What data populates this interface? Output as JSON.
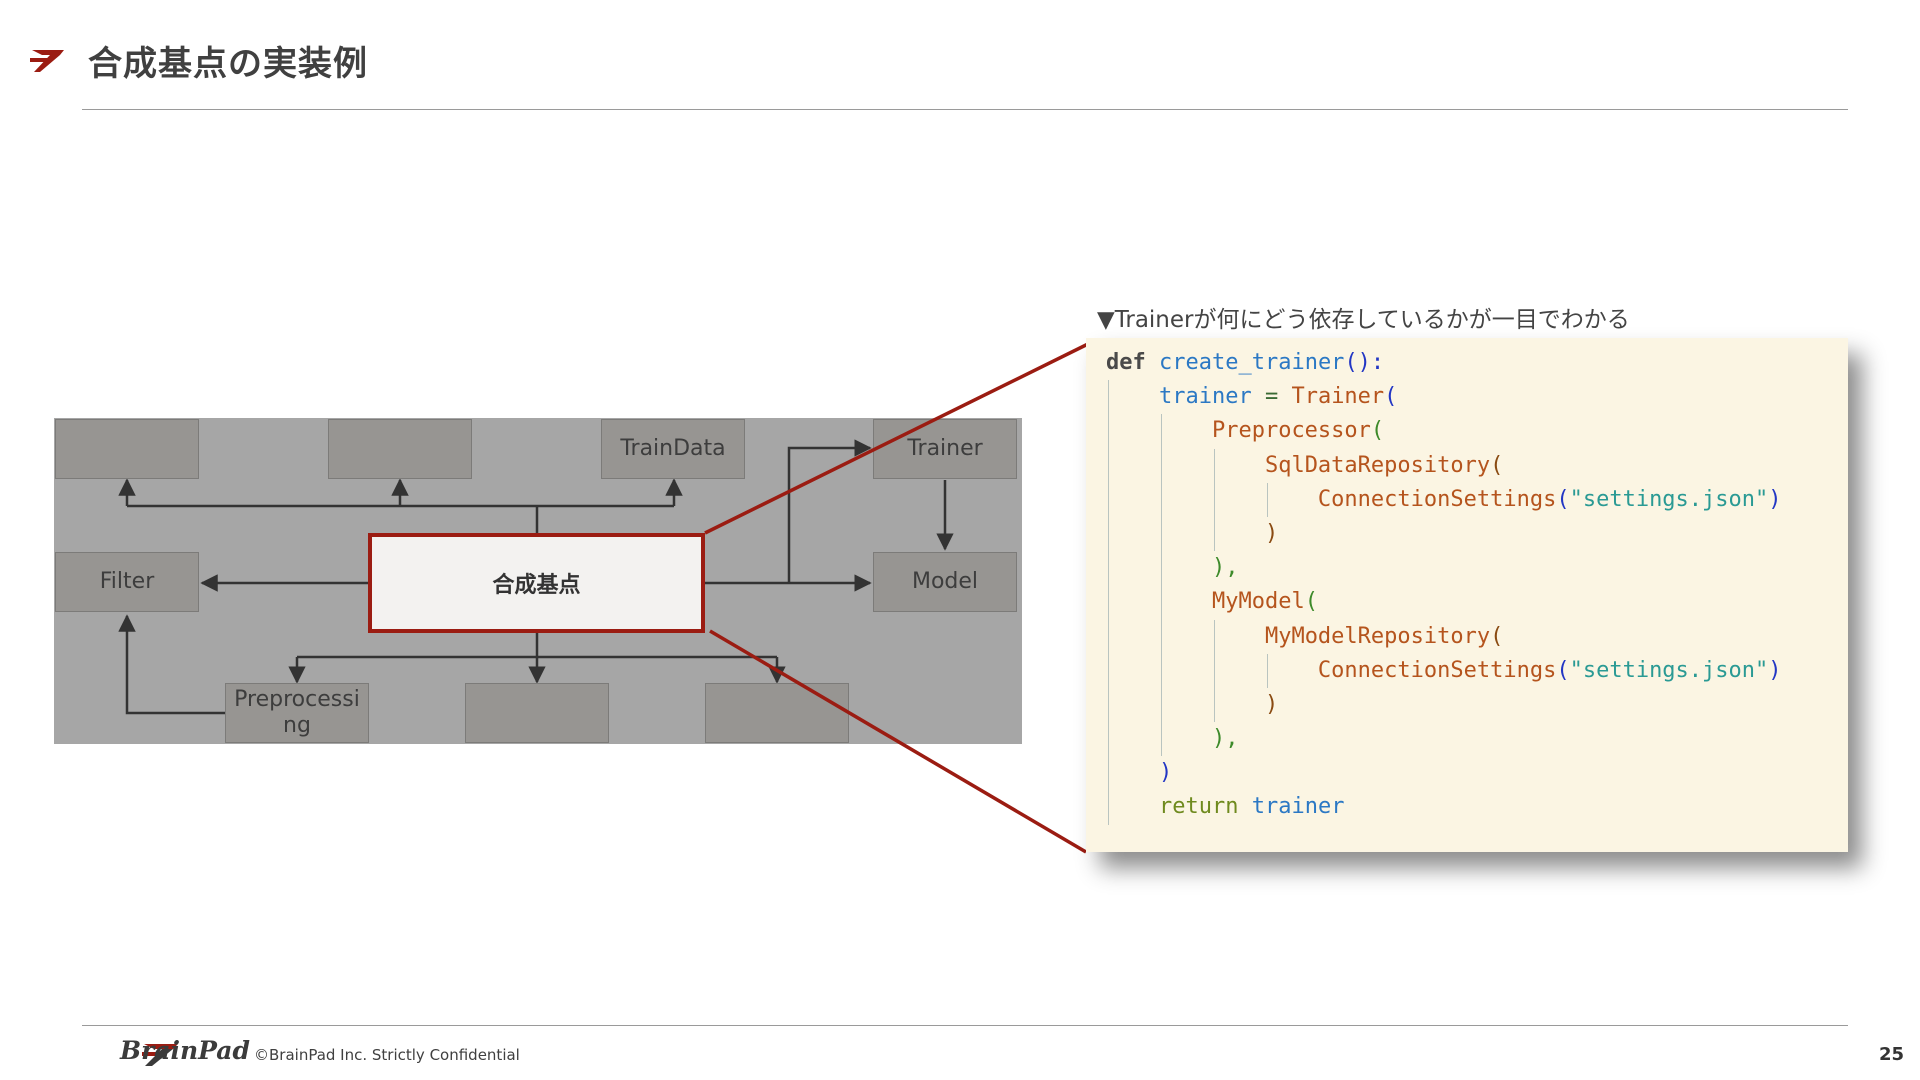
{
  "header": {
    "title": "合成基点の実装例"
  },
  "diagram": {
    "hub_label": "合成基点",
    "nodes": {
      "top_1": "",
      "top_2": "",
      "train_data": "TrainData",
      "trainer": "Trainer",
      "filter": "Filter",
      "model": "Model",
      "preprocessing": "Preprocessi ng",
      "bottom_2": "",
      "bottom_3": ""
    }
  },
  "caption": "▼Trainerが何にどう依存しているかが一目でわかる",
  "code": {
    "lines": [
      [
        {
          "t": "def",
          "c": "kw-def"
        },
        {
          "t": " ",
          "c": ""
        },
        {
          "t": "create_trainer",
          "c": "fn"
        },
        {
          "t": "():",
          "c": "p-blue"
        }
      ],
      [
        {
          "t": "    ",
          "c": ""
        },
        {
          "t": "trainer",
          "c": "var"
        },
        {
          "t": " = ",
          "c": "op"
        },
        {
          "t": "Trainer",
          "c": "cls"
        },
        {
          "t": "(",
          "c": "p-blue"
        }
      ],
      [
        {
          "t": "        ",
          "c": ""
        },
        {
          "t": "Preprocessor",
          "c": "cls"
        },
        {
          "t": "(",
          "c": "p-green"
        }
      ],
      [
        {
          "t": "            ",
          "c": ""
        },
        {
          "t": "SqlDataRepository",
          "c": "cls"
        },
        {
          "t": "(",
          "c": "p-brown"
        }
      ],
      [
        {
          "t": "                ",
          "c": ""
        },
        {
          "t": "ConnectionSettings",
          "c": "cls"
        },
        {
          "t": "(",
          "c": "p-blue"
        },
        {
          "t": "\"settings.json\"",
          "c": "str"
        },
        {
          "t": ")",
          "c": "p-blue"
        }
      ],
      [
        {
          "t": "            ",
          "c": ""
        },
        {
          "t": ")",
          "c": "p-brown"
        }
      ],
      [
        {
          "t": "        ",
          "c": ""
        },
        {
          "t": "),",
          "c": "p-green"
        }
      ],
      [
        {
          "t": "        ",
          "c": ""
        },
        {
          "t": "MyModel",
          "c": "cls"
        },
        {
          "t": "(",
          "c": "p-green"
        }
      ],
      [
        {
          "t": "            ",
          "c": ""
        },
        {
          "t": "MyModelRepository",
          "c": "cls"
        },
        {
          "t": "(",
          "c": "p-brown"
        }
      ],
      [
        {
          "t": "                ",
          "c": ""
        },
        {
          "t": "ConnectionSettings",
          "c": "cls"
        },
        {
          "t": "(",
          "c": "p-blue"
        },
        {
          "t": "\"settings.json\"",
          "c": "str"
        },
        {
          "t": ")",
          "c": "p-blue"
        }
      ],
      [
        {
          "t": "            ",
          "c": ""
        },
        {
          "t": ")",
          "c": "p-brown"
        }
      ],
      [
        {
          "t": "        ",
          "c": ""
        },
        {
          "t": "),",
          "c": "p-green"
        }
      ],
      [
        {
          "t": "    ",
          "c": ""
        },
        {
          "t": ")",
          "c": "p-blue"
        }
      ],
      [
        {
          "t": "    ",
          "c": ""
        },
        {
          "t": "return",
          "c": "kw-ret"
        },
        {
          "t": " ",
          "c": ""
        },
        {
          "t": "trainer",
          "c": "var"
        }
      ]
    ]
  },
  "footer": {
    "brand": "BrainPad",
    "copyright": "©BrainPad Inc.  Strictly Confidential",
    "page_number": "25"
  },
  "colors": {
    "accent_red": "#9b1c12",
    "diagram_bg": "#a6a6a6",
    "node_fill": "#979592",
    "code_bg": "#fbf5e3"
  }
}
